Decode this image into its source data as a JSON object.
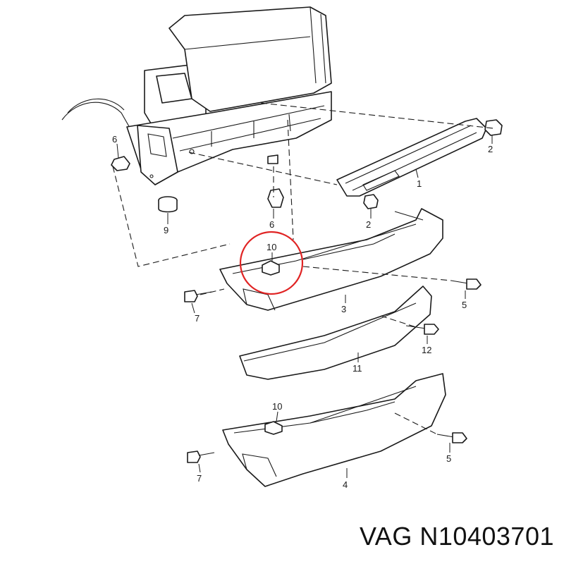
{
  "caption": "VAG N10403701",
  "colors": {
    "line": "#1a1a1a",
    "highlight": "#e02424",
    "background": "#ffffff"
  },
  "callouts": {
    "c1": "1",
    "c2a": "2",
    "c2b": "2",
    "c3": "3",
    "c4": "4",
    "c5a": "5",
    "c5b": "5",
    "c6a": "6",
    "c6b": "6",
    "c7a": "7",
    "c7b": "7",
    "c9": "9",
    "c10a": "10",
    "c10b": "10",
    "c11": "11",
    "c12": "12"
  }
}
